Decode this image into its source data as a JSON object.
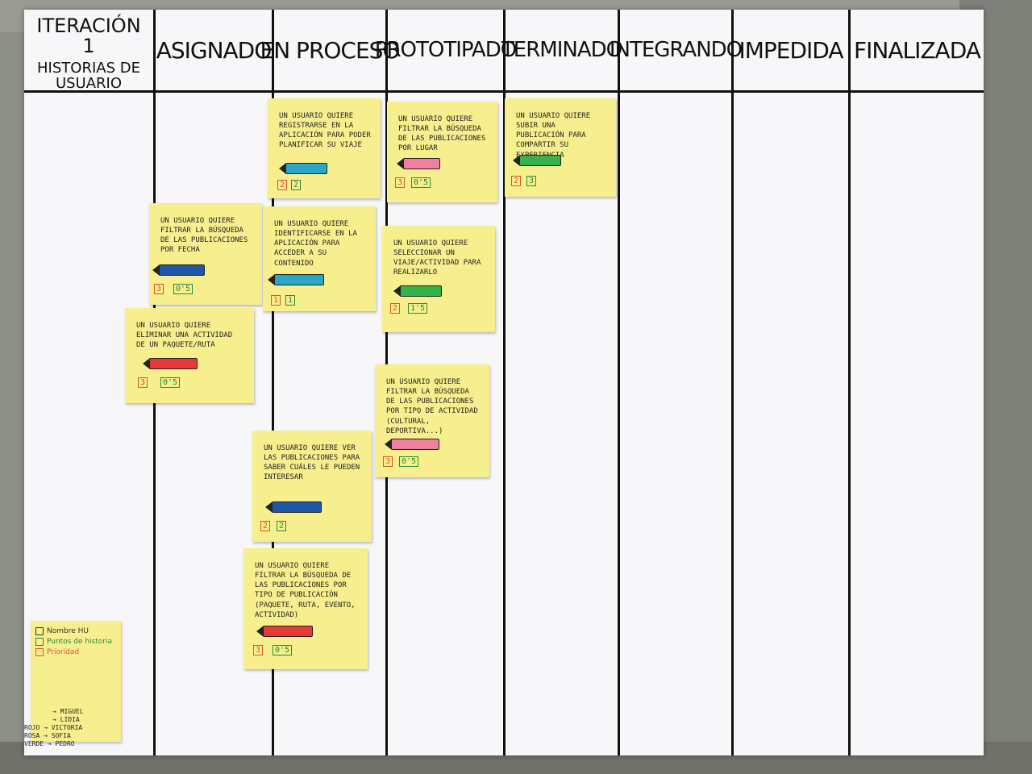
{
  "board": {
    "iteration_title": "ITERACIÓN 1",
    "iteration_subtitle": "HISTORIAS DE USUARIO",
    "columns": [
      "ASIGNADO",
      "EN PROCESO",
      "PROTOTIPADO",
      "TERMINADO",
      "INTEGRANDO",
      "IMPEDIDA",
      "FINALIZADA"
    ]
  },
  "notes": [
    {
      "text": "UN USUARIO QUIERE REGISTRARSE EN LA APLICACIÓN PARA PODER PLANIFICAR SU VIAJE",
      "color": "#2aa6c6",
      "priority": "2",
      "points": "2"
    },
    {
      "text": "UN USUARIO QUIERE FILTRAR LA BÚSQUEDA DE LAS PUBLICACIONES POR LUGAR",
      "color": "#f07fa0",
      "priority": "3",
      "points": "0'5"
    },
    {
      "text": "UN USUARIO QUIERE SUBIR UNA PUBLICACIÓN PARA COMPARTIR SU EXPERIENCIA",
      "color": "#37b24a",
      "priority": "2",
      "points": "3"
    },
    {
      "text": "UN USUARIO QUIERE FILTRAR LA BÚSQUEDA DE LAS PUBLICACIONES POR FECHA",
      "color": "#1f56a8",
      "priority": "3",
      "points": "0'5"
    },
    {
      "text": "UN USUARIO QUIERE IDENTIFICARSE EN LA APLICACIÓN PARA ACCEDER A SU CONTENIDO",
      "color": "#2aa6c6",
      "priority": "1",
      "points": "1"
    },
    {
      "text": "UN USUARIO QUIERE SELECCIONAR UN VIAJE/ACTIVIDAD PARA REALIZARLO",
      "color": "#37b24a",
      "priority": "2",
      "points": "1'5"
    },
    {
      "text": "UN USUARIO QUIERE ELIMINAR UNA ACTIVIDAD DE UN PAQUETE/RUTA",
      "color": "#e63a3a",
      "priority": "3",
      "points": "0'5"
    },
    {
      "text": "UN USUARIO QUIERE FILTRAR LA BÚSQUEDA DE LAS PUBLICACIONES POR TIPO DE ACTIVIDAD (CULTURAL, DEPORTIVA...)",
      "color": "#f07fa0",
      "priority": "3",
      "points": "0'5"
    },
    {
      "text": "UN USUARIO QUIERE VER LAS PUBLICACIONES PARA SABER CUÁLES LE PUEDEN INTERESAR",
      "color": "#1f56a8",
      "priority": "2",
      "points": "2"
    },
    {
      "text": "UN USUARIO QUIERE FILTRAR LA BÚSQUEDA DE LAS PUBLICACIONES POR TIPO DE PUBLICACIÓN (PAQUETE, RUTA, EVENTO, ACTIVIDAD)",
      "color": "#e63a3a",
      "priority": "3",
      "points": "0'5"
    }
  ],
  "legend": {
    "items": [
      {
        "label": "Nombre HU",
        "color": "#333333"
      },
      {
        "label": "Puntos de historia",
        "color": "#2a8a3a"
      },
      {
        "label": "Prioridad",
        "color": "#d9532f"
      }
    ],
    "people": [
      "→ MIGUEL",
      "→ LIDIA",
      "ROJO → VICTORIA",
      "ROSA → SOFIA",
      "VERDE → PEDRO"
    ]
  }
}
